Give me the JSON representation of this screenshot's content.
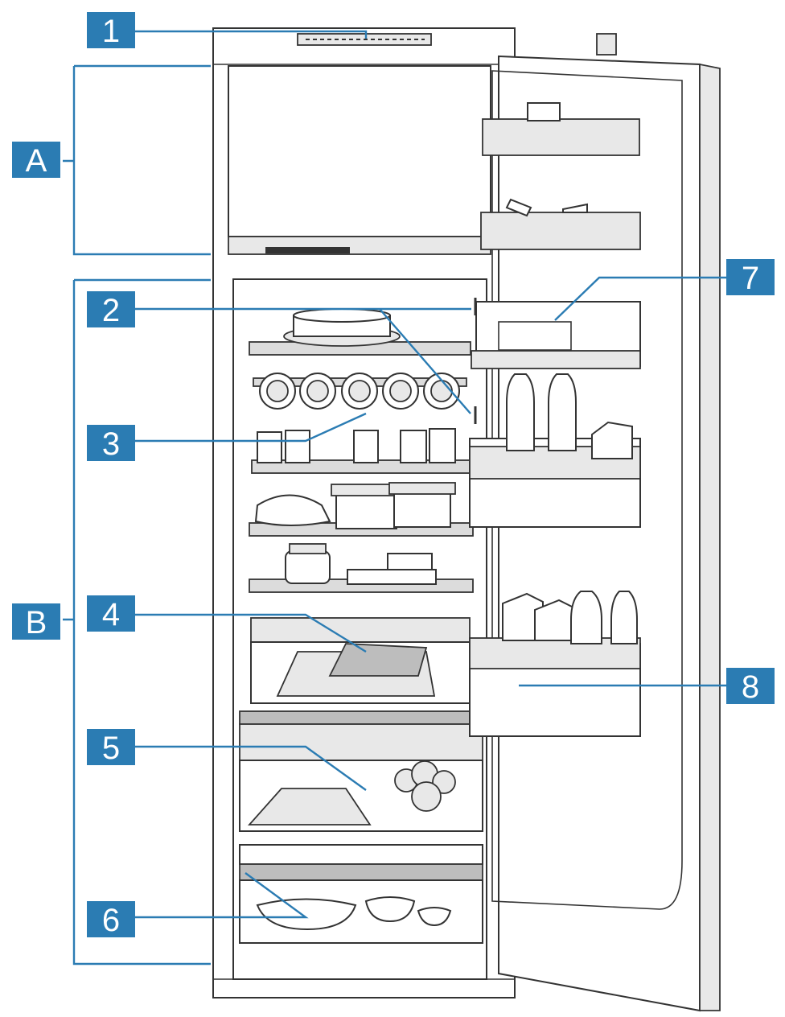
{
  "colors": {
    "label_fill": "#2b7cb3",
    "label_text": "#ffffff",
    "line": "#333333"
  },
  "labels": {
    "A": "A",
    "B": "B",
    "n1": "1",
    "n2": "2",
    "n3": "3",
    "n4": "4",
    "n5": "5",
    "n6": "6",
    "n7": "7",
    "n8": "8"
  }
}
